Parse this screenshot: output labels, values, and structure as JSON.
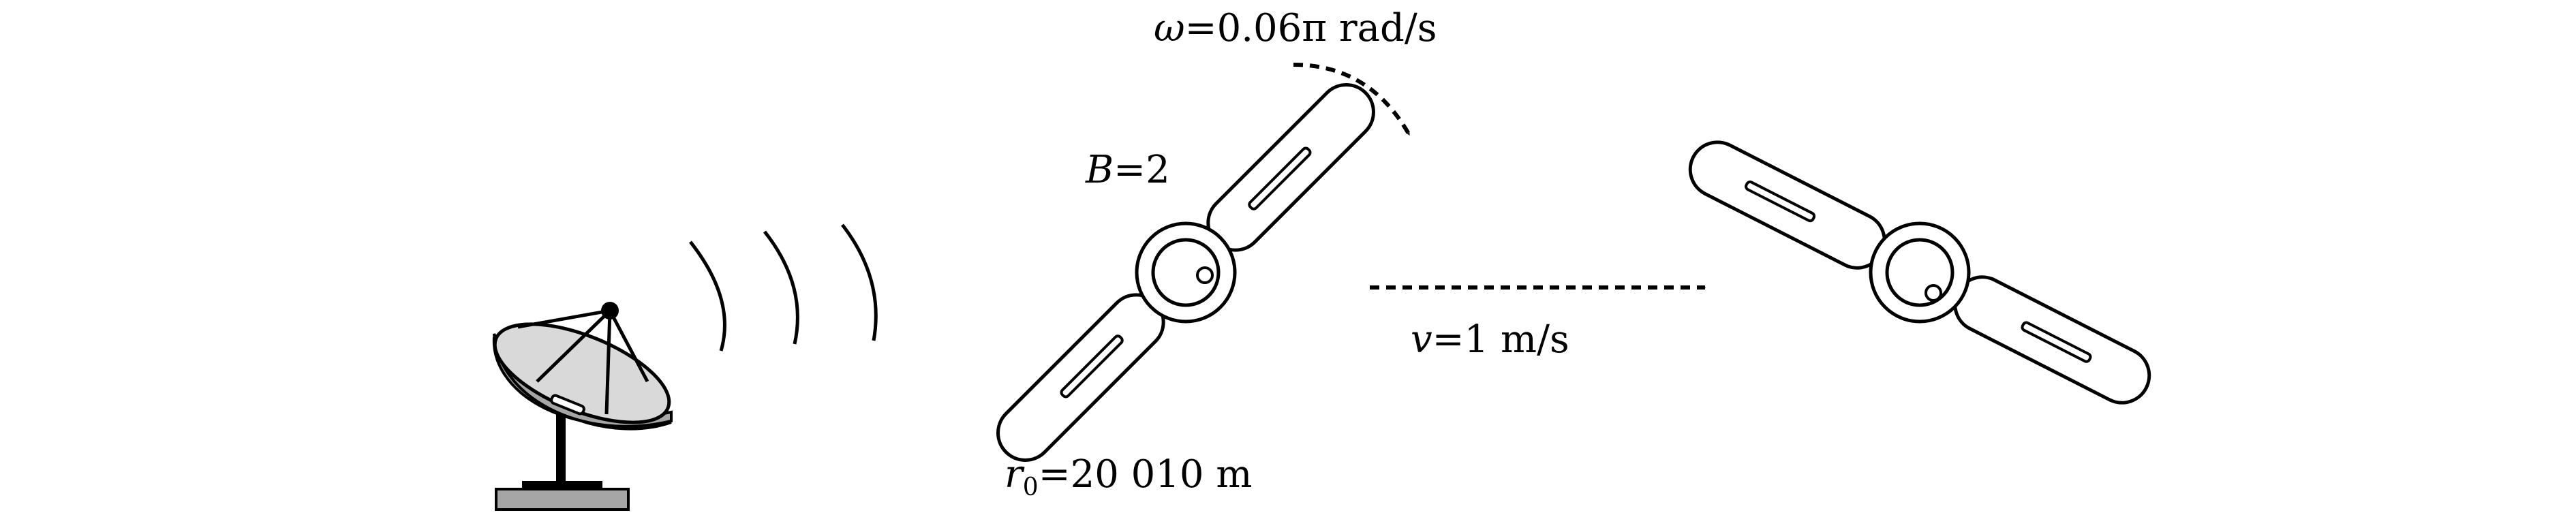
{
  "labels": {
    "omega_symbol": "ω",
    "omega_value": "=0.06π rad/s",
    "b_symbol": "B",
    "b_value": "=2",
    "v_symbol": "v",
    "v_value": "=1 m/s",
    "r_symbol": "r",
    "r_subscript": "0",
    "r_value": "=20 010 m"
  },
  "colors": {
    "stroke": "#000000",
    "dish_light": "#d9d9d9",
    "dish_dark": "#a6a6a6",
    "base": "#a6a6a6"
  },
  "icons": [
    "satellite-dish-icon",
    "signal-waves-icon",
    "satellite-icon",
    "rotation-arrow-icon",
    "motion-arrow-icon"
  ]
}
